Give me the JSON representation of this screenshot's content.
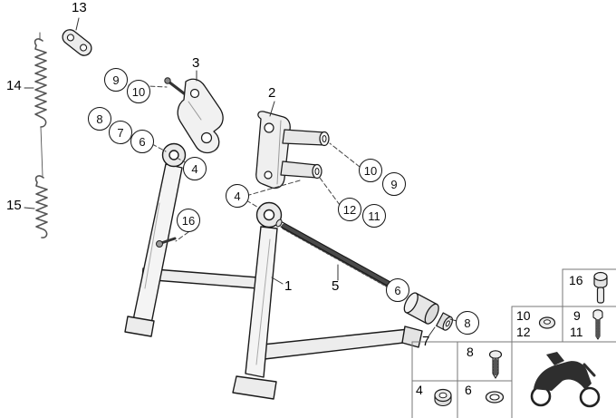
{
  "diagram": {
    "kind": "exploded-parts-diagram",
    "subject": "motorcycle-center-stand"
  },
  "colors": {
    "background": "#ffffff",
    "line": "#1a1a1a",
    "dashed_leader": "#444444",
    "part_fill": "#f2f2f2"
  },
  "callouts": [
    {
      "label": "9"
    },
    {
      "label": "10"
    },
    {
      "label": "8"
    },
    {
      "label": "7"
    },
    {
      "label": "6"
    },
    {
      "label": "4"
    },
    {
      "label": "4"
    },
    {
      "label": "16"
    },
    {
      "label": "10"
    },
    {
      "label": "9"
    },
    {
      "label": "12"
    },
    {
      "label": "11"
    },
    {
      "label": "6"
    },
    {
      "label": "8"
    }
  ],
  "part_labels": [
    {
      "label": "13"
    },
    {
      "label": "14"
    },
    {
      "label": "15"
    },
    {
      "label": "3"
    },
    {
      "label": "2"
    },
    {
      "label": "1"
    },
    {
      "label": "5"
    },
    {
      "label": "7"
    }
  ],
  "legend": {
    "numbers": [
      {
        "label": "16"
      },
      {
        "label": "10"
      },
      {
        "label": "12"
      },
      {
        "label": "9"
      },
      {
        "label": "11"
      },
      {
        "label": "8"
      },
      {
        "label": "4"
      },
      {
        "label": "6"
      }
    ],
    "icons": [
      "hex-bolt-icon",
      "screw-icon",
      "washer-icon",
      "pan-screw-icon",
      "bushing-icon",
      "ring-icon",
      "motorcycle-icon"
    ]
  }
}
